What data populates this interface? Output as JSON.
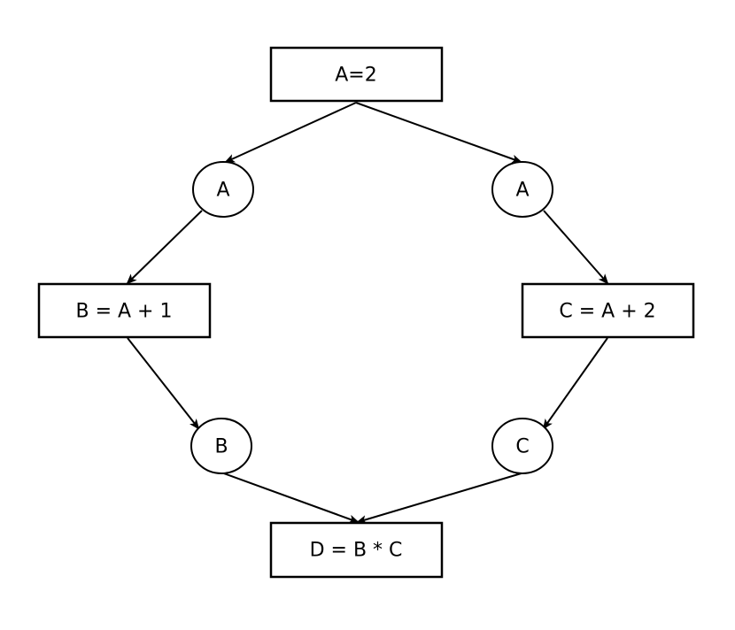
{
  "nodes": {
    "a_assign": {
      "label": "A=2"
    },
    "a_left": {
      "label": "A"
    },
    "a_right": {
      "label": "A"
    },
    "b_compute": {
      "label": "B = A + 1"
    },
    "c_compute": {
      "label": "C = A + 2"
    },
    "b_value": {
      "label": "B"
    },
    "c_value": {
      "label": "C"
    },
    "d_compute": {
      "label": "D = B * C"
    }
  },
  "edges": [
    {
      "from": "a_assign",
      "to": "a_left"
    },
    {
      "from": "a_assign",
      "to": "a_right"
    },
    {
      "from": "a_left",
      "to": "b_compute"
    },
    {
      "from": "a_right",
      "to": "c_compute"
    },
    {
      "from": "b_compute",
      "to": "b_value"
    },
    {
      "from": "c_compute",
      "to": "c_value"
    },
    {
      "from": "b_value",
      "to": "d_compute"
    },
    {
      "from": "c_value",
      "to": "d_compute"
    }
  ],
  "colors": {
    "stroke": "#000000",
    "background": "#ffffff"
  }
}
